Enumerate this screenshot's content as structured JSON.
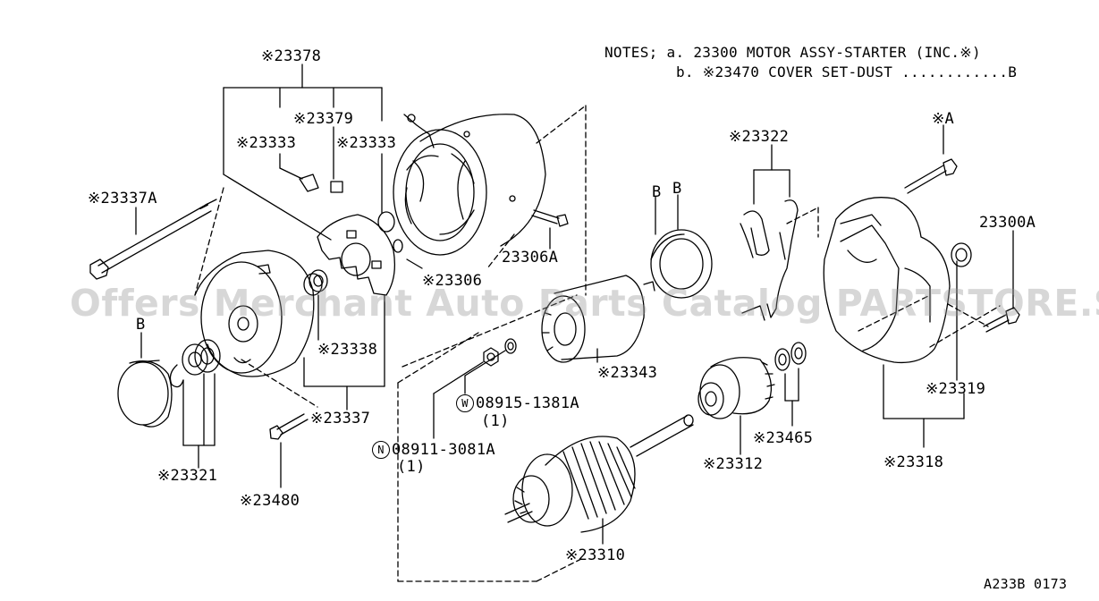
{
  "notes": {
    "line_a": "NOTES; a.  23300 MOTOR ASSY-STARTER (INC.※)",
    "line_b": "b. ※23470 COVER SET-DUST ............B"
  },
  "watermark": "Offers Merchant Auto Parts Catalog PARTSTORE.SA",
  "diagram_code": "A233B 0173",
  "labels": {
    "p23378": "※23378",
    "p23379": "※23379",
    "p23333_a": "※23333",
    "p23333_b": "※23333",
    "p23337A": "※23337A",
    "p23306": "※23306",
    "p23306A": "23306A",
    "p23338": "※23338",
    "p23337": "※23337",
    "p23321": "※23321",
    "p23480": "※23480",
    "p23343": "※23343",
    "p23322": "※23322",
    "pA": "※A",
    "p23300A": "23300A",
    "p23319": "※23319",
    "p23318": "※23318",
    "p23465": "※23465",
    "p23312": "※23312",
    "p23310": "※23310",
    "pB1": "B",
    "pB2": "B",
    "pB3": "B",
    "w_part": "08915-1381A",
    "w_qty": "(1)",
    "w_sym": "W",
    "n_part": "08911-3081A",
    "n_qty": "(1)",
    "n_sym": "N"
  }
}
